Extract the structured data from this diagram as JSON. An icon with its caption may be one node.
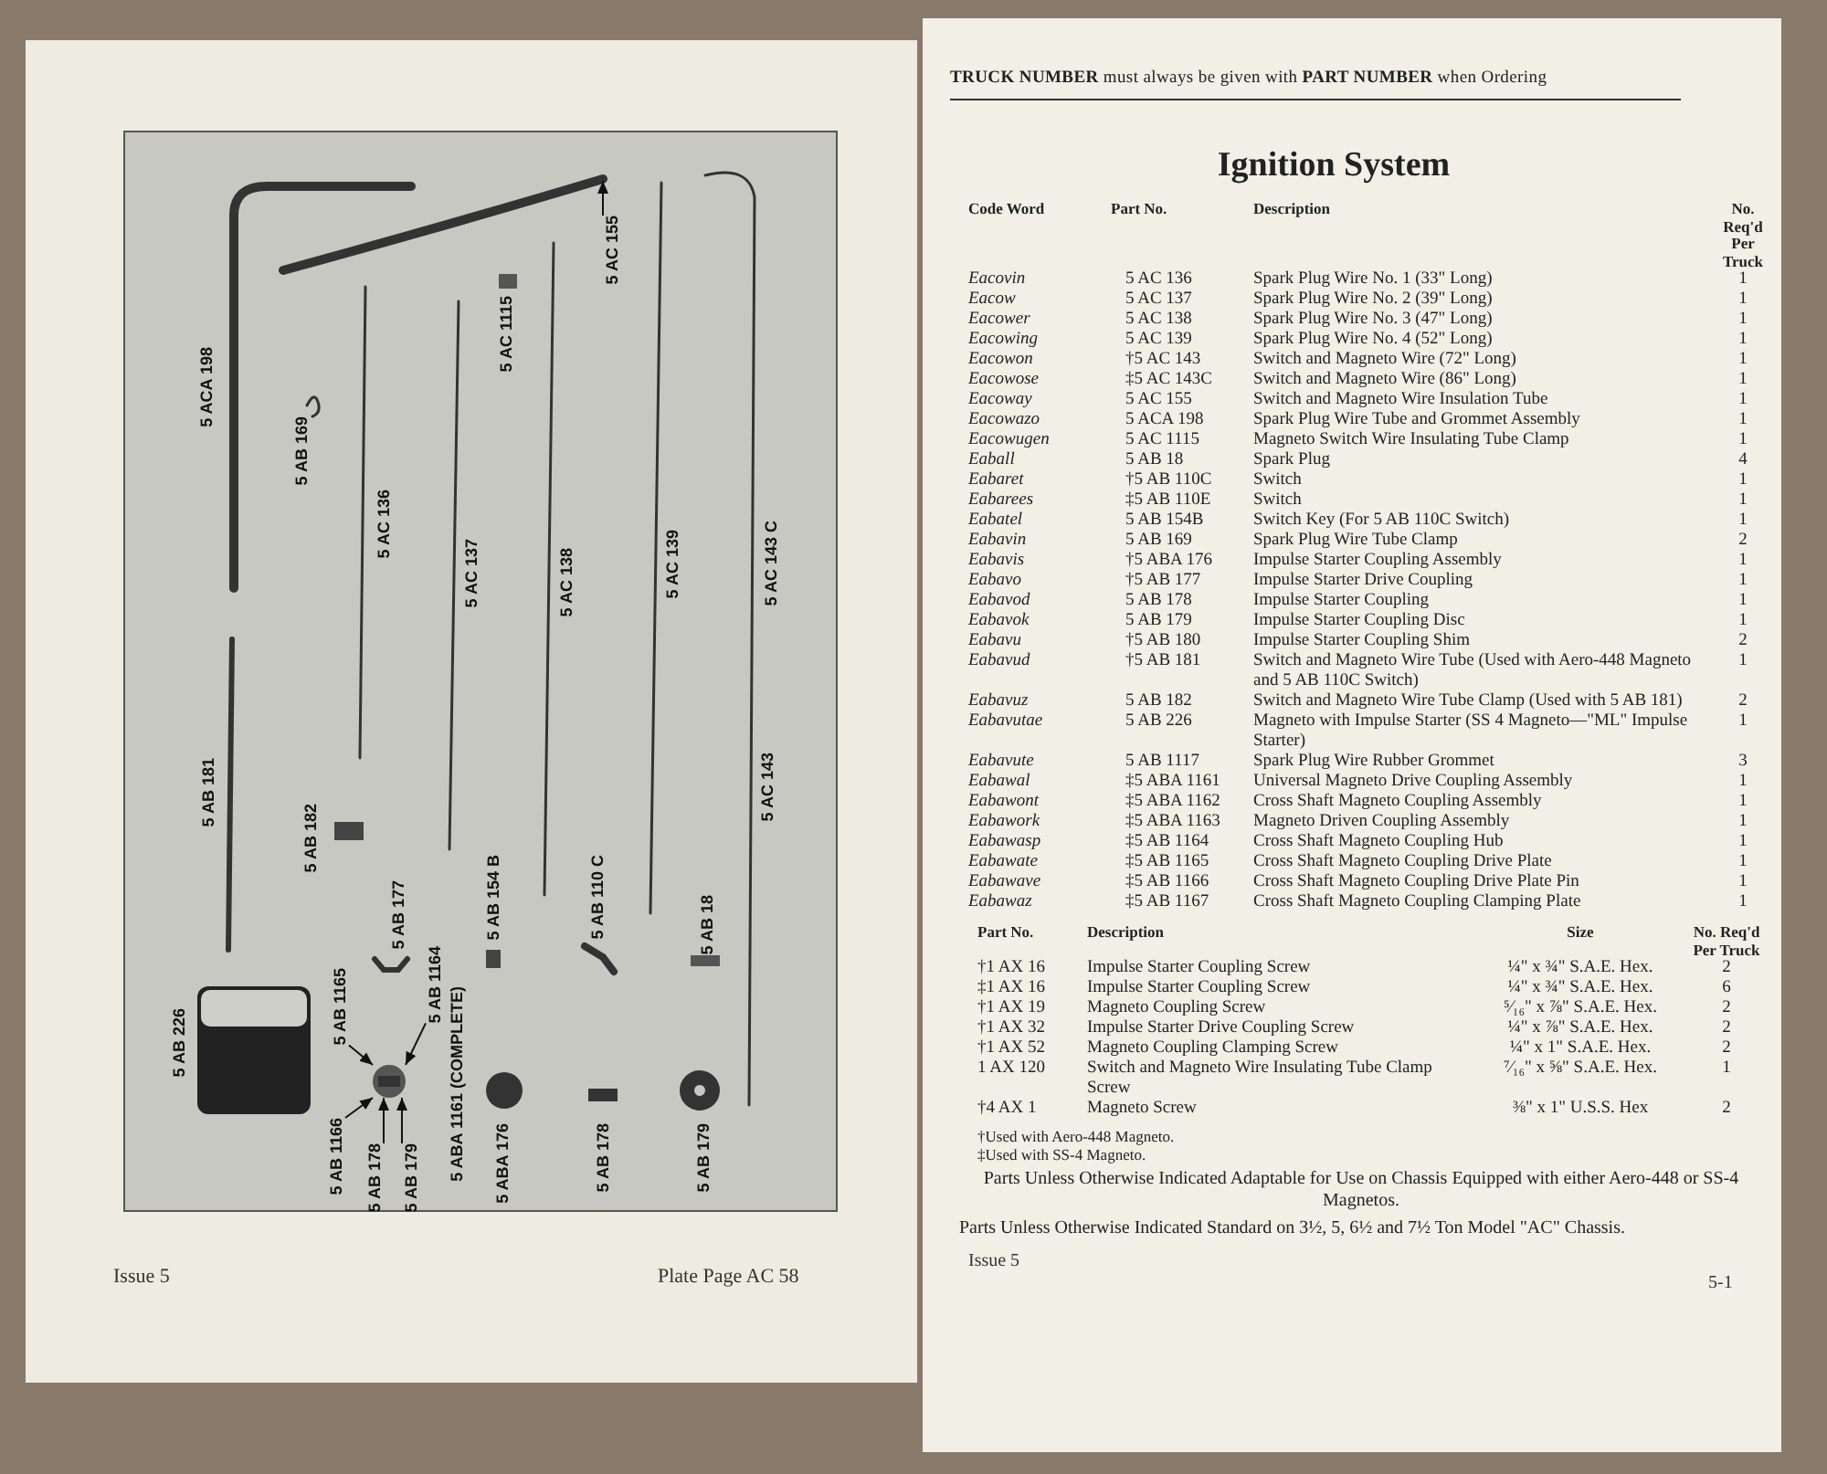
{
  "diagram": {
    "title": "Ignition System",
    "nodes": [
      {
        "text": [
          "5 AC 155"
        ]
      },
      {
        "text": [
          "5 AB 1165"
        ]
      },
      {
        "text": [
          "5 AB 1166"
        ]
      },
      {
        "text": [
          "5 AB 1164"
        ]
      },
      {
        "text": [
          "5 AB 178"
        ]
      },
      {
        "text": [
          "5 AB 179"
        ]
      },
      {
        "text": [],
        "shape": "picture"
      }
    ],
    "edges": [
      {
        "from": 0,
        "to": null,
        "arrow": "to"
      },
      {
        "from": 1,
        "to": 6,
        "arrow": "to"
      },
      {
        "from": 2,
        "to": 6,
        "arrow": "to"
      },
      {
        "from": 3,
        "to": 6,
        "arrow": "to"
      },
      {
        "from": 4,
        "to": 6,
        "arrow": "to"
      },
      {
        "from": 5,
        "to": 6,
        "arrow": "to"
      }
    ],
    "labels": [
      "5 ACA 198",
      "5 AB 169",
      "5 AC 136",
      "5 AC 137",
      "5 AC 1115",
      "5 AC 138",
      "5 AC 139",
      "5 AC 143 C",
      "5 AB 181",
      "5 AB 182",
      "5 AB 177",
      "5 AB 154 B",
      "5 AB 110 C",
      "5 AB 18",
      "5 AC 143",
      "5 AB 226",
      "5 ABA 1161 (COMPLETE)",
      "5 ABA 176",
      "5 AB 178",
      "5 AB 179",
      "Issue 5",
      "Plate Page AC 58",
      "**TRUCK NUMBER** must always be given with **PART NUMBER** when Ordering",
      "Code Word",
      "Part No.",
      "Description",
      "No. Req'd Per Truck",
      "Eacovin",
      "5 AC 136",
      "Spark Plug Wire No. 1 (33\" Long)",
      "1",
      "Eacow",
      "5 AC 137",
      "Spark Plug Wire No. 2 (39\" Long)",
      "1",
      "Eacower",
      "5 AC 138",
      "Spark Plug Wire No. 3 (47\" Long)",
      "1",
      "Eacowing",
      "5 AC 139",
      "Spark Plug Wire No. 4 (52\" Long)",
      "1",
      "Eacowon",
      "†5 AC 143",
      "Switch and Magneto Wire (72\" Long)",
      "1",
      "Eacowose",
      "‡5 AC 143C",
      "Switch and Magneto Wire (86\" Long)",
      "1",
      "Eacoway",
      "5 AC 155",
      "Switch and Magneto Wire Insulation Tube",
      "1",
      "Eacowazo",
      "5 ACA 198",
      "Spark Plug Wire Tube and Grommet Assembly",
      "1",
      "Eacowugen",
      "5 AC 1115",
      "Magneto Switch Wire Insulating Tube Clamp",
      "1",
      "Eaball",
      "5 AB 18",
      "Spark Plug",
      "4",
      "Eabaret",
      "†5 AB 110C",
      "Switch",
      "1",
      "Eabarees",
      "‡5 AB 110E",
      "Switch",
      "1",
      "Eabatel",
      "5 AB 154B",
      "Switch Key (For 5 AB 110C Switch)",
      "1",
      "Eabavin",
      "5 AB 169",
      "Spark Plug Wire Tube Clamp",
      "2",
      "Eabavis",
      "†5 ABA 176",
      "Impulse Starter Coupling Assembly",
      "1",
      "Eabavo",
      "†5 AB 177",
      "Impulse Starter Drive Coupling",
      "1",
      "Eabavod",
      "5 AB 178",
      "Impulse Starter Coupling",
      "1",
      "Eabavok",
      "5 AB 179",
      "Impulse Starter Coupling Disc",
      "1",
      "Eabavu",
      "†5 AB 180",
      "Impulse Starter Coupling Shim",
      "2",
      "Eabavud",
      "†5 AB 181",
      "Switch and Magneto Wire Tube (Used with Aero-448 Magneto and 5 AB 110C Switch)",
      "1",
      "Eabavuz",
      "5 AB 182",
      "Switch and Magneto Wire Tube Clamp (Used with 5 AB 181)",
      "2",
      "Eabavutae",
      "5 AB 226",
      "Magneto with Impulse Starter (SS 4 Magneto—\"ML\" Impulse Starter)",
      "1",
      "Eabavute",
      "5 AB 1117",
      "Spark Plug Wire Rubber Grommet",
      "3",
      "Eabawal",
      "‡5 ABA 1161",
      "Universal Magneto Drive Coupling Assembly",
      "1",
      "Eabawont",
      "‡5 ABA 1162",
      "Cross Shaft Magneto Coupling Assembly",
      "1",
      "Eabawork",
      "‡5 ABA 1163",
      "Magneto Driven Coupling Assembly",
      "1",
      "Eabawasp",
      "‡5 AB 1164",
      "Cross Shaft Magneto Coupling Hub",
      "1",
      "Eabawate",
      "‡5 AB 1165",
      "Cross Shaft Magneto Coupling Drive Plate",
      "1",
      "Eabawave",
      "‡5 AB 1166",
      "Cross Shaft Magneto Coupling Drive Plate Pin",
      "1",
      "Eabawaz",
      "‡5 AB 1167",
      "Cross Shaft Magneto Coupling Clamping Plate",
      "1",
      "Part No.",
      "Description",
      "Size",
      "No. Req'd Per Truck",
      "†1 AX 16",
      "Impulse Starter Coupling Screw",
      "¼\" x ¾\" S.A.E. Hex.",
      "2",
      "‡1 AX 16",
      "Impulse Starter Coupling Screw",
      "¼\" x ¾\" S.A.E. Hex.",
      "6",
      "†1 AX 19",
      "Magneto Coupling Screw",
      "⁵⁄₁₆\" x ⅞\" S.A.E. Hex.",
      "2",
      "†1 AX 32",
      "Impulse Starter Drive Coupling Screw",
      "¼\" x ⅞\" S.A.E. Hex.",
      "2",
      "†1 AX 52",
      "Magneto Coupling Clamping Screw",
      "¼\" x 1\" S.A.E. Hex.",
      "2",
      "1 AX 120",
      "Switch and Magneto Wire Insulating Tube Clamp Screw",
      "⁷⁄₁₆\" x ⅝\" S.A.E. Hex.",
      "1",
      "†4 AX 1",
      "Magneto Screw",
      "⅜\" x 1\" U.S.S. Hex",
      "2",
      "†Used with Aero-448 Magneto.",
      "‡Used with SS-4 Magneto.",
      "Parts Unless Otherwise Indicated Adaptable for Use on Chassis Equipped with either Aero-448 or SS-4 Magnetos.",
      "Parts Unless Otherwise Indicated Standard on 3½, 5, 6½ and 7½ Ton Model \"AC\" Chassis.",
      "Issue 5",
      "5-1"
    ]
  }
}
